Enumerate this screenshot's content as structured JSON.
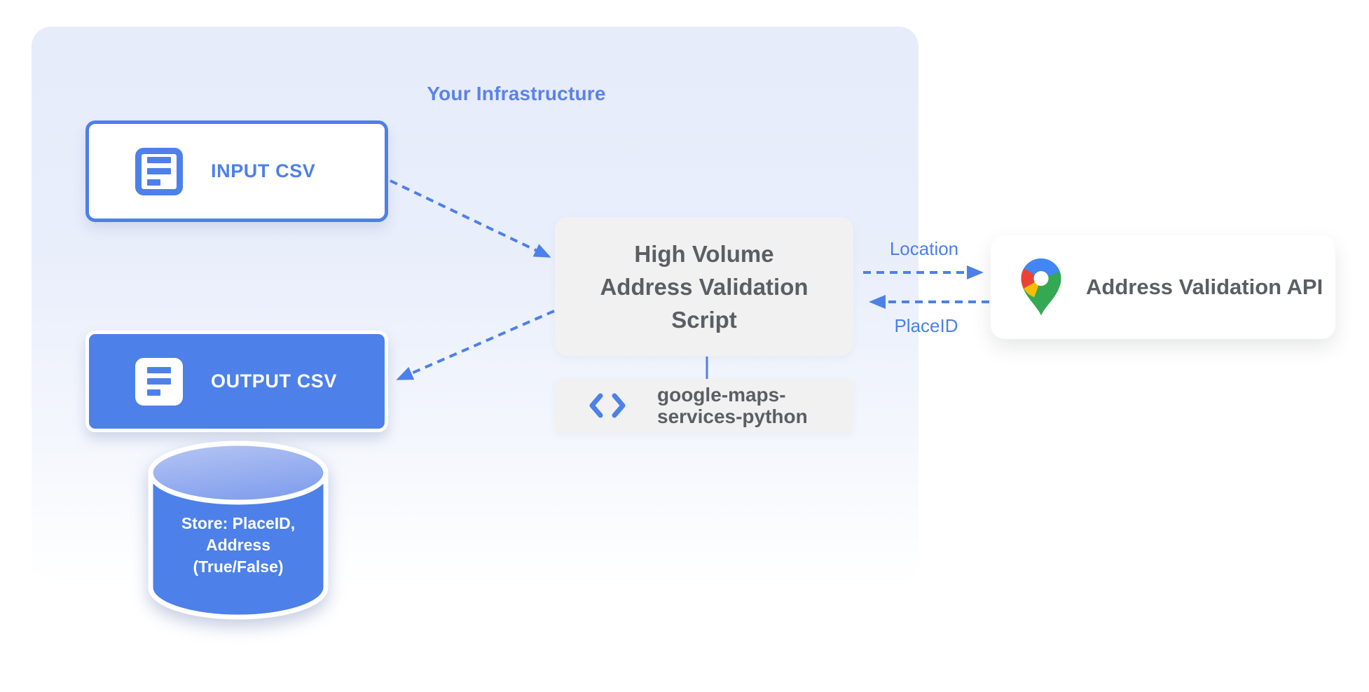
{
  "infrastructure": {
    "title": "Your Infrastructure"
  },
  "nodes": {
    "input_csv": {
      "label": "INPUT CSV",
      "icon": "document-icon"
    },
    "output_csv": {
      "label": "OUTPUT CSV",
      "icon": "document-icon"
    },
    "datastore": {
      "icon": "database-cylinder-icon",
      "line1": "Store: PlaceID,",
      "line2": "Address",
      "line3": "(True/False)"
    },
    "script": {
      "line1": "High Volume",
      "line2": "Address Validation",
      "line3": "Script"
    },
    "library": {
      "icon": "code-icon",
      "line1": "google-maps-",
      "line2": "services-python"
    },
    "api": {
      "icon": "google-maps-pin-icon",
      "label": "Address Validation API"
    }
  },
  "edges": {
    "location_label": "Location",
    "placeid_label": "PlaceID"
  },
  "colors": {
    "accent_blue": "#4d80e8",
    "edge_label_blue": "#4c7fe9",
    "title_blue": "#5b82e8",
    "container_blue_top": "#e6ecfa",
    "gray_node_bg": "#f1f1f2",
    "gray_text": "#5b5e63",
    "cylinder_top_light": "#b3c2f3",
    "white": "#ffffff",
    "pin_red": "#EA4335",
    "pin_blue": "#4285F4",
    "pin_yellow": "#FBBC04",
    "pin_green": "#34A853"
  }
}
